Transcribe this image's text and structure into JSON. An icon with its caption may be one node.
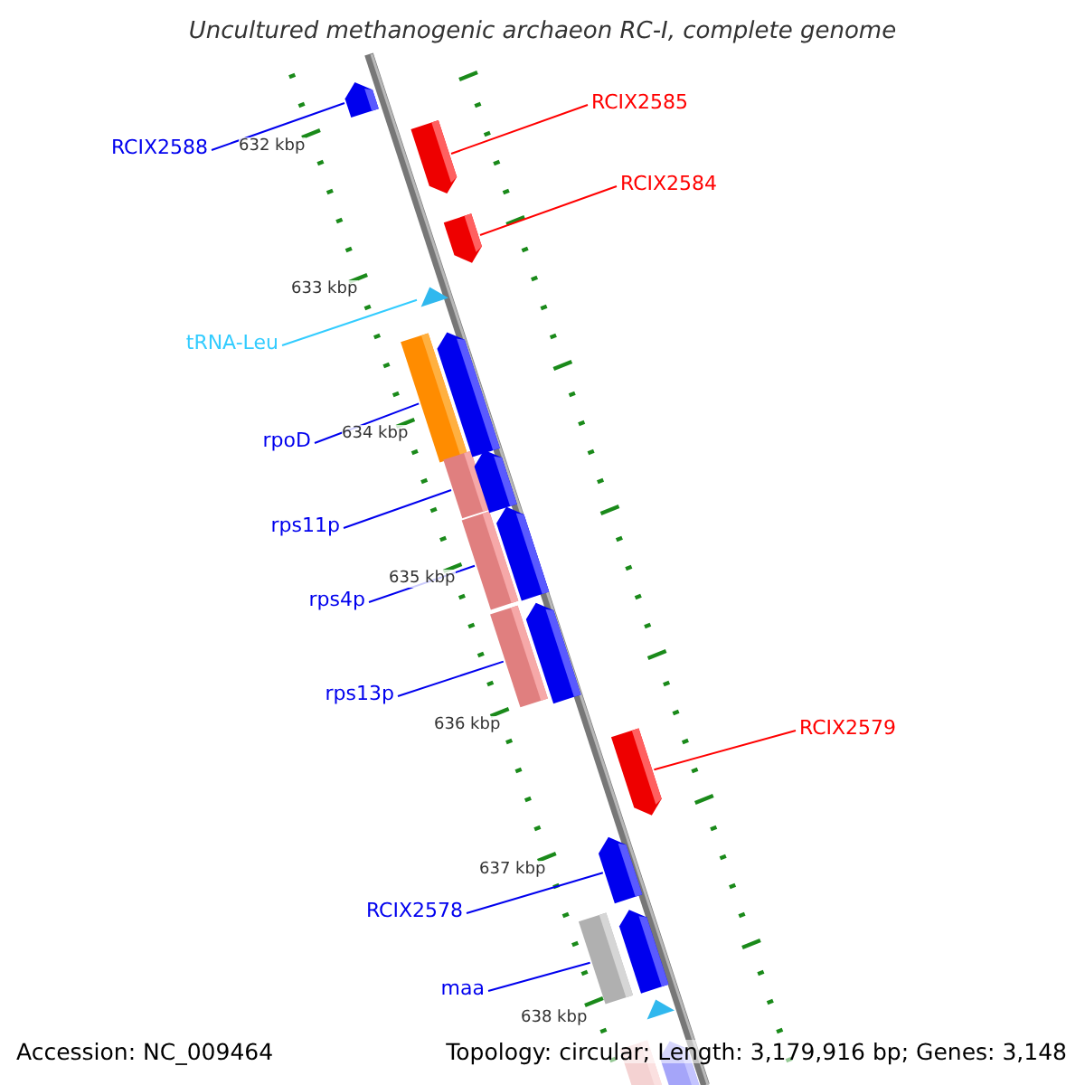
{
  "diagram": {
    "title": "Uncultured methanogenic archaeon RC-I, complete genome",
    "nodes": [
      {
        "text": [
          "RCIX2585"
        ]
      },
      {
        "text": [],
        "shape": "arrow"
      },
      {
        "text": [
          "RCIX2588"
        ]
      },
      {
        "text": [],
        "shape": "arrow"
      },
      {
        "text": [
          "RCIX2584"
        ]
      },
      {
        "text": [],
        "shape": "arrow"
      },
      {
        "text": [
          "tRNA-Leu"
        ]
      },
      {
        "text": [],
        "shape": "triangle"
      },
      {
        "text": [
          "rpoD"
        ]
      },
      {
        "text": [],
        "shape": "bar"
      },
      {
        "text": [
          "rps11p"
        ]
      },
      {
        "text": [],
        "shape": "bar"
      },
      {
        "text": [
          "rps4p"
        ]
      },
      {
        "text": [],
        "shape": "bar"
      },
      {
        "text": [
          "rps13p"
        ]
      },
      {
        "text": [],
        "shape": "bar"
      },
      {
        "text": [
          "RCIX2579"
        ]
      },
      {
        "text": [],
        "shape": "arrow"
      },
      {
        "text": [
          "RCIX2578"
        ]
      },
      {
        "text": [],
        "shape": "arrow"
      },
      {
        "text": [
          "maa"
        ]
      },
      {
        "text": [],
        "shape": "bar"
      },
      {
        "text": [],
        "shape": "arrow"
      },
      {
        "text": [],
        "shape": "arrow"
      },
      {
        "text": [],
        "shape": "arrow"
      },
      {
        "text": [],
        "shape": "arrow"
      },
      {
        "text": [],
        "shape": "arrow"
      },
      {
        "text": [],
        "shape": "triangle"
      },
      {
        "text": [],
        "shape": "bar"
      },
      {
        "text": [],
        "shape": "arrow"
      }
    ],
    "edges": [
      {
        "from": 0,
        "to": 1,
        "arrow": "none",
        "color": "#ff0000"
      },
      {
        "from": 2,
        "to": 3,
        "arrow": "none"
      },
      {
        "from": 4,
        "to": 5,
        "arrow": "none",
        "color": "#ff0000"
      },
      {
        "from": 6,
        "to": 7,
        "arrow": "none",
        "color": "#33ccff"
      },
      {
        "from": 8,
        "to": 9,
        "arrow": "none"
      },
      {
        "from": 10,
        "to": 11,
        "arrow": "none"
      },
      {
        "from": 12,
        "to": 13,
        "arrow": "none"
      },
      {
        "from": 14,
        "to": 15,
        "arrow": "none"
      },
      {
        "from": 16,
        "to": 17,
        "arrow": "none",
        "color": "#ff0000"
      },
      {
        "from": 18,
        "to": 19,
        "arrow": "none"
      },
      {
        "from": 20,
        "to": 21,
        "arrow": "none"
      }
    ],
    "labels": [
      "632 kbp",
      "633 kbp",
      "634 kbp",
      "635 kbp",
      "636 kbp",
      "637 kbp",
      "638 kbp",
      "Accession: NC_009464",
      "Topology: circular; Length: 3,179,916 bp; Genes: 3,148"
    ]
  }
}
